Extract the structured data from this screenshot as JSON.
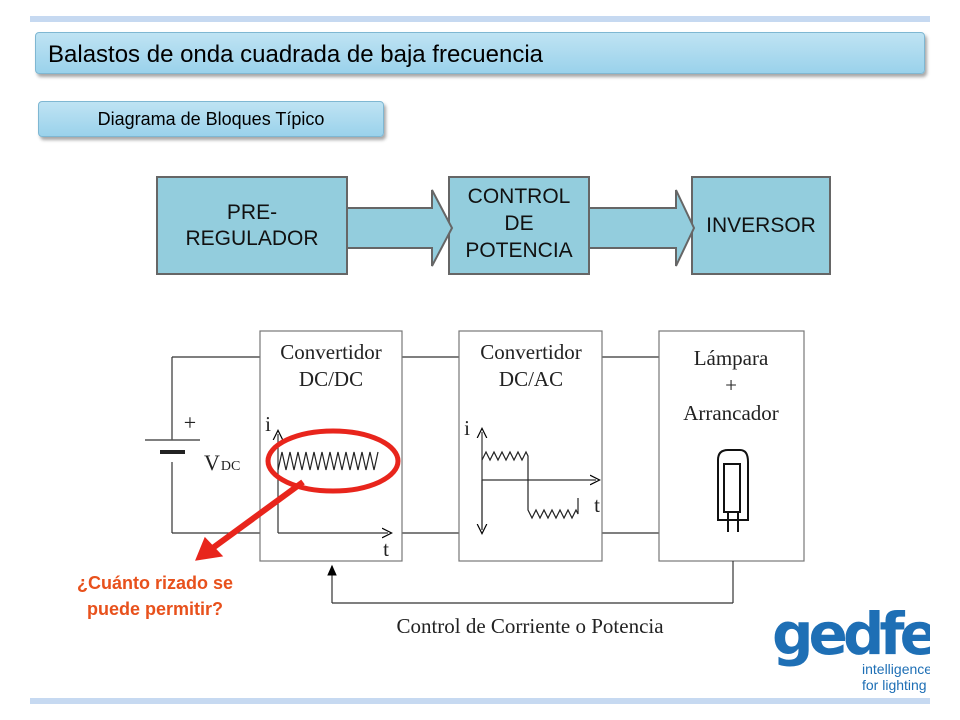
{
  "title": "Balastos de onda cuadrada de baja frecuencia",
  "subtitle": "Diagrama de Bloques Típico",
  "block_diagram": {
    "blocks": [
      {
        "lines": [
          "PRE-",
          "REGULADOR"
        ]
      },
      {
        "lines": [
          "CONTROL",
          "DE",
          "POTENCIA"
        ]
      },
      {
        "lines": [
          "INVERSOR"
        ]
      }
    ]
  },
  "circuit": {
    "battery_plus": "+",
    "battery_label": "V",
    "battery_subscript": "DC",
    "dcdc": {
      "lines": [
        "Convertidor",
        "DC/DC"
      ],
      "axis_y": "i",
      "axis_x": "t"
    },
    "dcac": {
      "lines": [
        "Convertidor",
        "DC/AC"
      ],
      "axis_y": "i",
      "axis_x": "t"
    },
    "lamp": {
      "lines": [
        "Lámpara",
        "+",
        "Arrancador"
      ]
    },
    "feedback_label": "Control de Corriente o Potencia"
  },
  "question": [
    "¿Cuánto rizado se",
    "puede permitir?"
  ],
  "logo": {
    "brand": "gedfe",
    "tagline": [
      "intelligence",
      "for lighting"
    ]
  },
  "colors": {
    "block_fill": "#93cddd",
    "title_fill": "#9ad2eb",
    "highlight": "#e8251c",
    "question": "#e8511c",
    "logo_blue": "#1e6fb5"
  }
}
